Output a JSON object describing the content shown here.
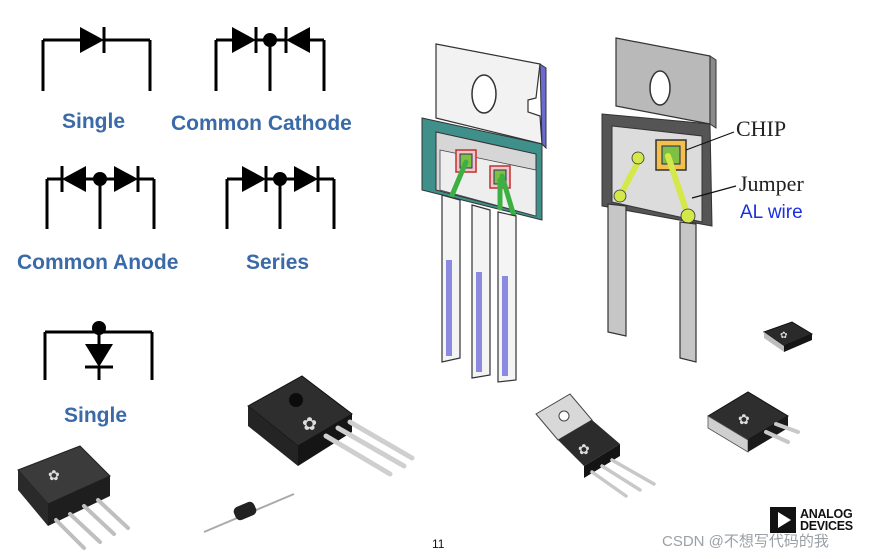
{
  "symbols": {
    "single_top": "Single",
    "common_cathode": "Common Cathode",
    "common_anode": "Common Anode",
    "series": "Series",
    "single_bottom": "Single"
  },
  "package_callouts": {
    "chip": "CHIP",
    "jumper": "Jumper",
    "al_wire": "AL wire"
  },
  "page_number": "11",
  "logo": {
    "line1": "ANALOG",
    "line2": "DEVICES"
  },
  "watermark": "CSDN @不想写代码的我",
  "colors": {
    "label_blue": "#3a6aa8",
    "al_wire_blue": "#1a2fe0",
    "chip_green": "#7ec043",
    "wire_yellow": "#d4e84a"
  }
}
